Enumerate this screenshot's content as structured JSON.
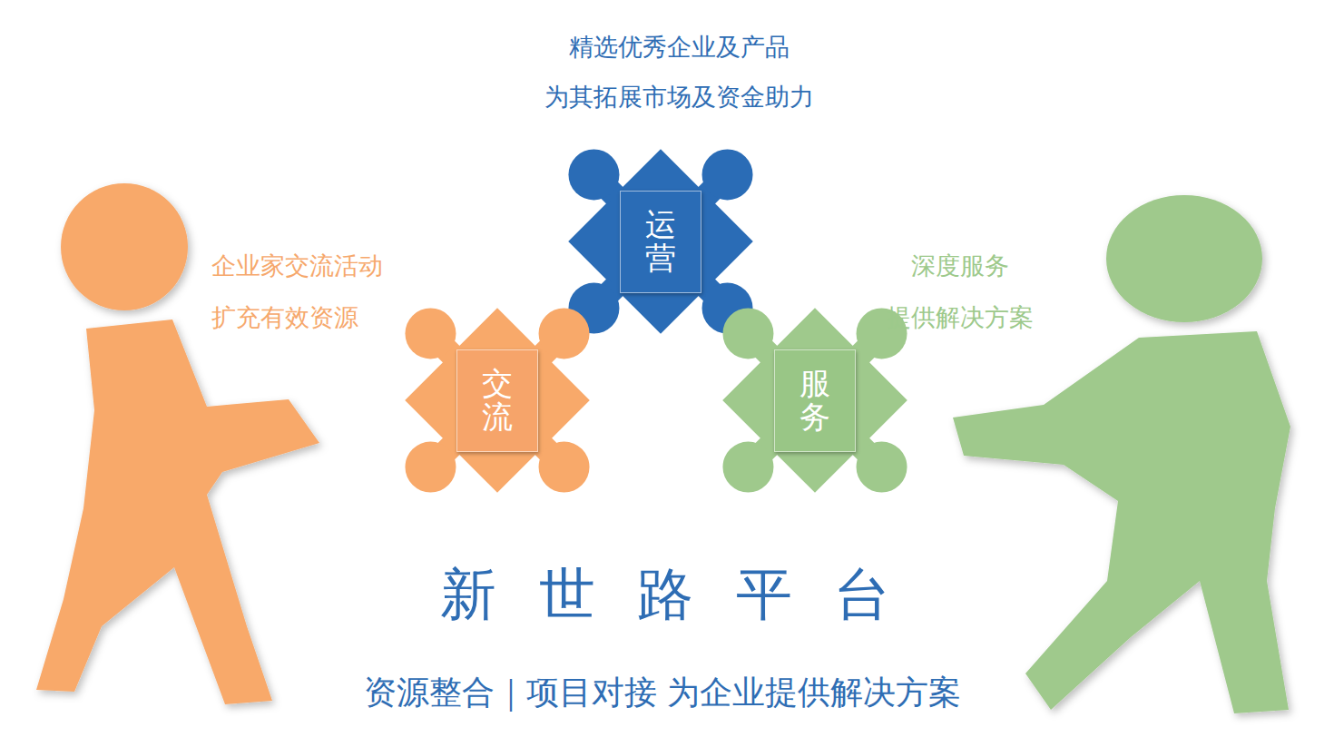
{
  "diagram": {
    "title": "新世路平台",
    "caption": "资源整合｜项目对接 为企业提供解决方案",
    "nodes": [
      {
        "text": [
          "运营"
        ]
      },
      {
        "text": [
          "交流"
        ]
      },
      {
        "text": [
          "服务"
        ]
      }
    ],
    "labels": [
      "精选优秀企业及产品",
      "为其拓展市场及资金助力",
      "企业家交流活动",
      "扩充有效资源",
      "深度服务",
      "提供解决方案"
    ]
  }
}
